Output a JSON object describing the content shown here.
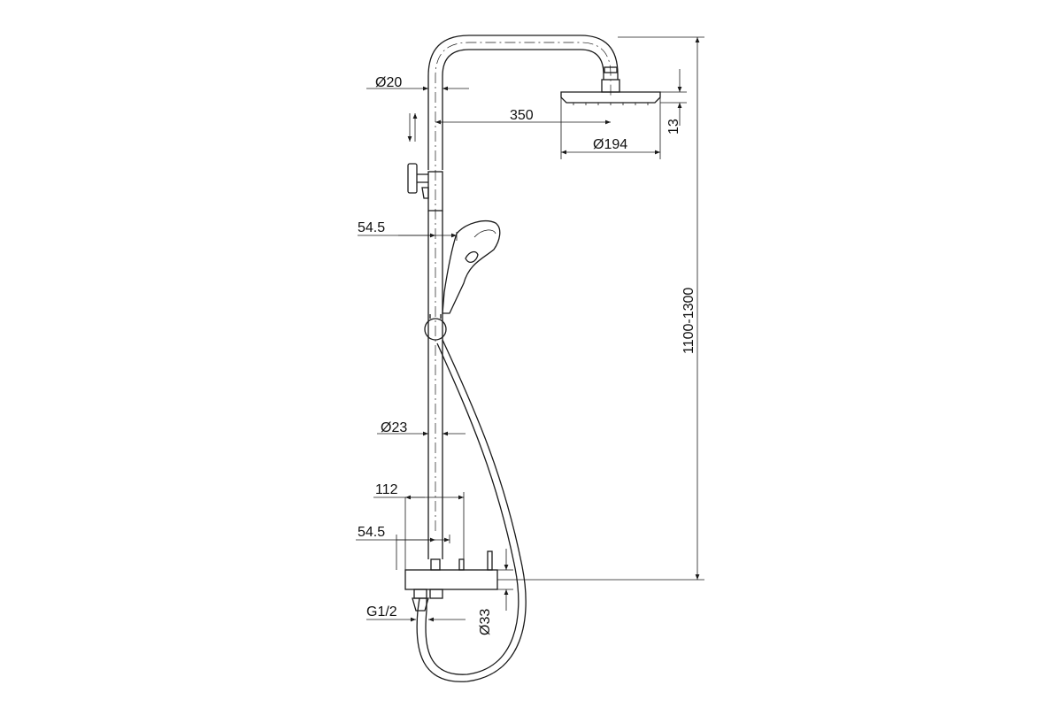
{
  "diagram": {
    "dimensions": {
      "arm_diameter": "Ø20",
      "arm_reach": "350",
      "head_thickness": "13",
      "head_diameter": "Ø194",
      "total_height": "1100-1300",
      "hand_shower_offset": "54.5",
      "rail_diameter": "Ø23",
      "mixer_width": "112",
      "mixer_offset": "54.5",
      "inlet_thread": "G1/2",
      "mixer_diameter": "Ø33"
    },
    "colors": {
      "line": "#1a1a1a",
      "background": "#ffffff"
    },
    "icons": {
      "adjust_marker": "double-arrow-vertical-icon"
    }
  }
}
